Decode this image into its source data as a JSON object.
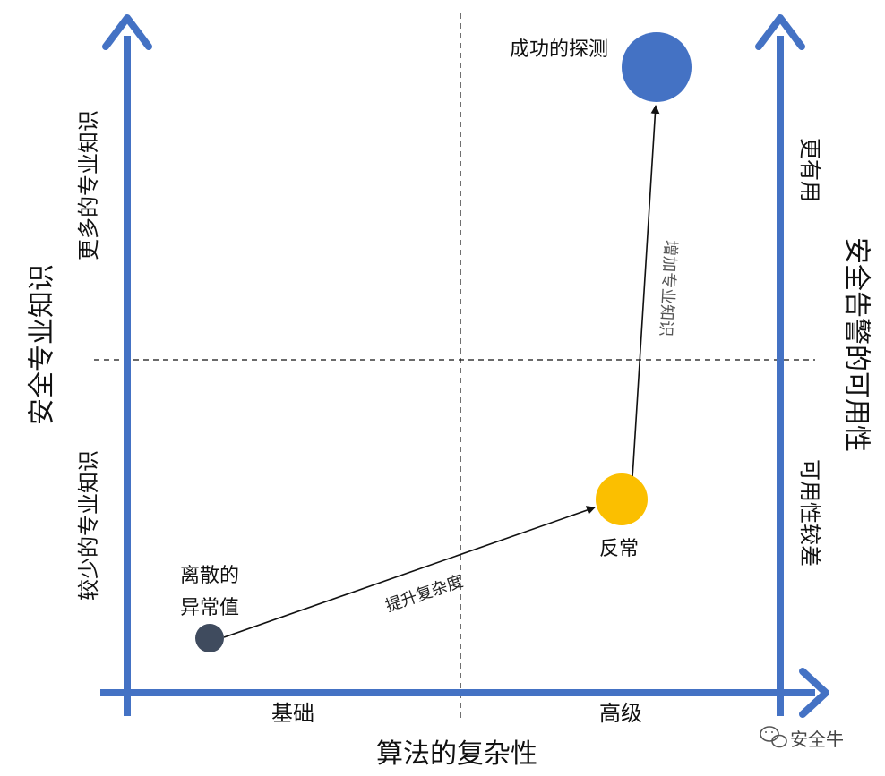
{
  "diagram": {
    "left_axis_title": "安全专业知识",
    "left_upper": "更多的专业知识",
    "left_lower": "较少的专业知识",
    "right_axis_title": "安全告警的可用性",
    "right_upper": "更有用",
    "right_lower": "可用性较差",
    "x_axis_title": "算法的复杂性",
    "x_left": "基础",
    "x_right": "高级",
    "points": [
      {
        "id": "discrete",
        "label_line1": "离散的",
        "label_line2": "异常值",
        "color": "#3f4b5e"
      },
      {
        "id": "anomaly",
        "label": "反常",
        "color": "#fbbf00"
      },
      {
        "id": "success",
        "label": "成功的探测",
        "color": "#4472c4"
      }
    ],
    "arrow1_label": "提升复杂度",
    "arrow2_label": "增加专业知识",
    "axis_color": "#4472c4"
  },
  "watermark": {
    "text": "安全牛"
  }
}
